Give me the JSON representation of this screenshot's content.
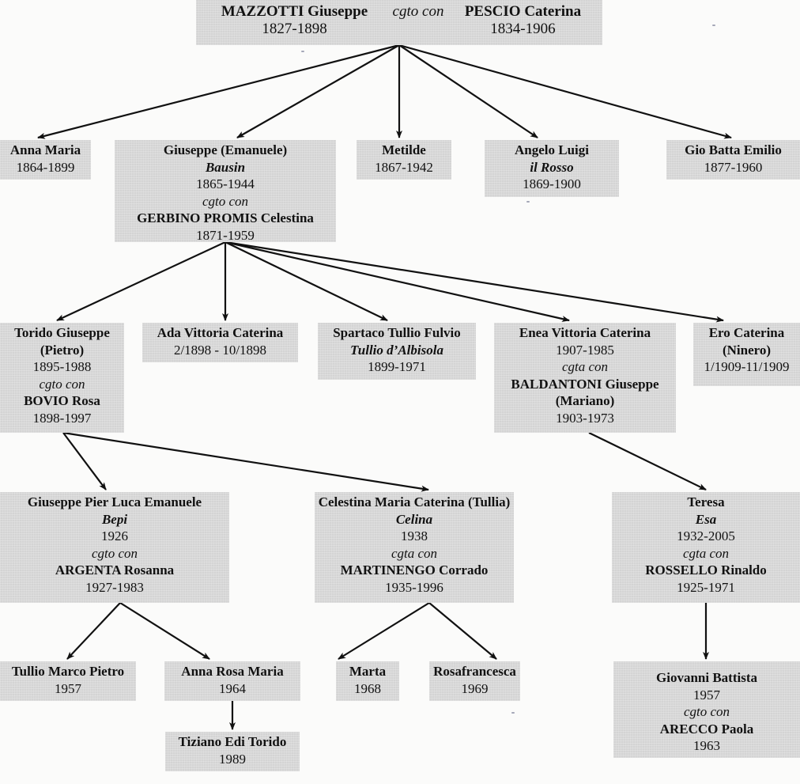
{
  "root": {
    "husband": {
      "name": "MAZZOTTI Giuseppe",
      "dates": "1827-1898"
    },
    "link": "cgto con",
    "wife": {
      "name": "PESCIO Caterina",
      "dates": "1834-1906"
    }
  },
  "generation1": [
    {
      "id": "anna-maria",
      "name": "Anna Maria",
      "dates": "1864-1899"
    },
    {
      "id": "giuseppe-emanuele",
      "name": "Giuseppe (Emanuele)",
      "nickname": "Bausin",
      "dates": "1865-1944",
      "link": "cgto con",
      "spouse": "GERBINO PROMIS Celestina",
      "spouse_dates": "1871-1959"
    },
    {
      "id": "metilde",
      "name": "Metilde",
      "dates": "1867-1942"
    },
    {
      "id": "angelo-luigi",
      "name": "Angelo Luigi",
      "nickname": "il Rosso",
      "dates": "1869-1900"
    },
    {
      "id": "gio-batta-emilio",
      "name": "Gio Batta Emilio",
      "dates": "1877-1960"
    }
  ],
  "generation2": [
    {
      "id": "torido-giuseppe",
      "name": "Torido Giuseppe",
      "name2": "(Pietro)",
      "dates": "1895-1988",
      "link": "cgto con",
      "spouse": "BOVIO Rosa",
      "spouse_dates": "1898-1997"
    },
    {
      "id": "ada-vittoria-caterina",
      "name": "Ada Vittoria Caterina",
      "dates": "2/1898 - 10/1898"
    },
    {
      "id": "spartaco-tullio-fulvio",
      "name": "Spartaco Tullio Fulvio",
      "nickname": "Tullio d’Albisola",
      "dates": "1899-1971"
    },
    {
      "id": "enea-vittoria-caterina",
      "name": "Enea Vittoria Caterina",
      "dates": "1907-1985",
      "link": "cgta con",
      "spouse": "BALDANTONI Giuseppe",
      "spouse2": "(Mariano)",
      "spouse_dates": "1903-1973"
    },
    {
      "id": "ero-caterina",
      "name": "Ero Caterina",
      "name2": "(Ninero)",
      "dates": "1/1909-11/1909"
    }
  ],
  "generation3": [
    {
      "id": "giuseppe-pier-luca",
      "name": "Giuseppe Pier Luca Emanuele",
      "nickname": "Bepi",
      "dates": "1926",
      "link": "cgto con",
      "spouse": "ARGENTA Rosanna",
      "spouse_dates": "1927-1983"
    },
    {
      "id": "celestina-maria-caterina",
      "name": "Celestina Maria Caterina (Tullia)",
      "nickname": "Celina",
      "dates": "1938",
      "link": "cgta con",
      "spouse": "MARTINENGO Corrado",
      "spouse_dates": "1935-1996"
    },
    {
      "id": "teresa",
      "name": "Teresa",
      "nickname": "Esa",
      "dates": "1932-2005",
      "link": "cgta con",
      "spouse": "ROSSELLO Rinaldo",
      "spouse_dates": "1925-1971"
    }
  ],
  "generation4": [
    {
      "id": "tullio-marco-pietro",
      "name": "Tullio Marco Pietro",
      "dates": "1957"
    },
    {
      "id": "anna-rosa-maria",
      "name": "Anna Rosa Maria",
      "dates": "1964"
    },
    {
      "id": "marta",
      "name": "Marta",
      "dates": "1968"
    },
    {
      "id": "rosafrancesca",
      "name": "Rosafrancesca",
      "dates": "1969"
    },
    {
      "id": "giovanni-battista",
      "name": "Giovanni Battista",
      "dates": "1957",
      "link": "cgto con",
      "spouse": "ARECCO Paola",
      "spouse_dates": "1963"
    }
  ],
  "generation5": [
    {
      "id": "tiziano-edi-torido",
      "name": "Tiziano Edi Torido",
      "dates": "1989"
    }
  ],
  "relations": [
    {
      "from": "root",
      "to": "anna-maria"
    },
    {
      "from": "root",
      "to": "giuseppe-emanuele"
    },
    {
      "from": "root",
      "to": "metilde"
    },
    {
      "from": "root",
      "to": "angelo-luigi"
    },
    {
      "from": "root",
      "to": "gio-batta-emilio"
    },
    {
      "from": "giuseppe-emanuele",
      "to": "torido-giuseppe"
    },
    {
      "from": "giuseppe-emanuele",
      "to": "ada-vittoria-caterina"
    },
    {
      "from": "giuseppe-emanuele",
      "to": "spartaco-tullio-fulvio"
    },
    {
      "from": "giuseppe-emanuele",
      "to": "enea-vittoria-caterina"
    },
    {
      "from": "giuseppe-emanuele",
      "to": "ero-caterina"
    },
    {
      "from": "torido-giuseppe",
      "to": "giuseppe-pier-luca"
    },
    {
      "from": "torido-giuseppe",
      "to": "celestina-maria-caterina"
    },
    {
      "from": "enea-vittoria-caterina",
      "to": "teresa"
    },
    {
      "from": "giuseppe-pier-luca",
      "to": "tullio-marco-pietro"
    },
    {
      "from": "giuseppe-pier-luca",
      "to": "anna-rosa-maria"
    },
    {
      "from": "celestina-maria-caterina",
      "to": "marta"
    },
    {
      "from": "celestina-maria-caterina",
      "to": "rosafrancesca"
    },
    {
      "from": "teresa",
      "to": "giovanni-battista"
    },
    {
      "from": "anna-rosa-maria",
      "to": "tiziano-edi-torido"
    }
  ]
}
